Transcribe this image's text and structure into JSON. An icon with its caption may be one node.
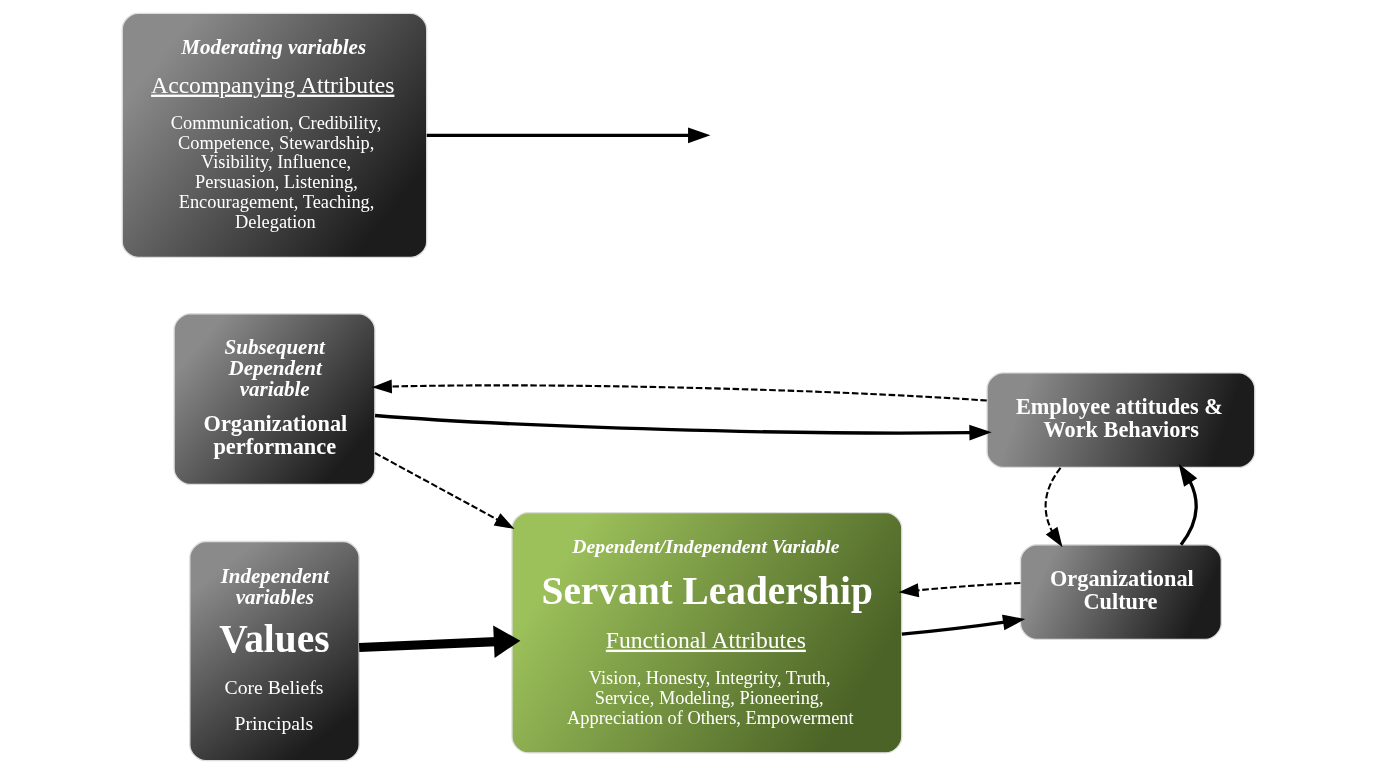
{
  "diagram": {
    "nodes": [
      {
        "text": [
          "Independent variables",
          "Values",
          "Core Beliefs",
          "Principals"
        ]
      },
      {
        "text": [
          "Dependent/Independent Variable",
          "Servant Leadership",
          "Functional Attributes",
          "Vision, Honesty, Integrity, Truth, Service, Modeling, Pioneering, Appreciation of Others, Empowerment"
        ]
      },
      {
        "text": [
          "Subsequent Dependent variable",
          "Organizational performance"
        ]
      },
      {
        "text": [
          "Moderating variables",
          "Accompanying Attributes",
          "Communication, Credibility, Competence, Stewardship, Visibility, Influence, Persuasion, Listening, Encouragement, Teaching, Delegation"
        ]
      },
      {
        "text": [
          "Organizational Culture"
        ]
      },
      {
        "text": [
          "Employee attitudes & Work Behaviors"
        ]
      }
    ],
    "edges": [
      {
        "from": 0,
        "to": 1,
        "arrow": "to",
        "style": "thick"
      },
      {
        "from": 3,
        "to": null,
        "arrow": "to"
      },
      {
        "from": 1,
        "to": 4,
        "arrow": "to"
      },
      {
        "from": 4,
        "to": 1,
        "arrow": "to",
        "style": "dashed"
      },
      {
        "from": 2,
        "to": 1,
        "arrow": "to",
        "style": "dashed"
      },
      {
        "from": 2,
        "to": 5,
        "arrow": "to"
      },
      {
        "from": 5,
        "to": 2,
        "arrow": "to",
        "style": "dashed"
      },
      {
        "from": 4,
        "to": 5,
        "arrow": "to"
      },
      {
        "from": 5,
        "to": 4,
        "arrow": "to",
        "style": "dashed"
      }
    ]
  }
}
